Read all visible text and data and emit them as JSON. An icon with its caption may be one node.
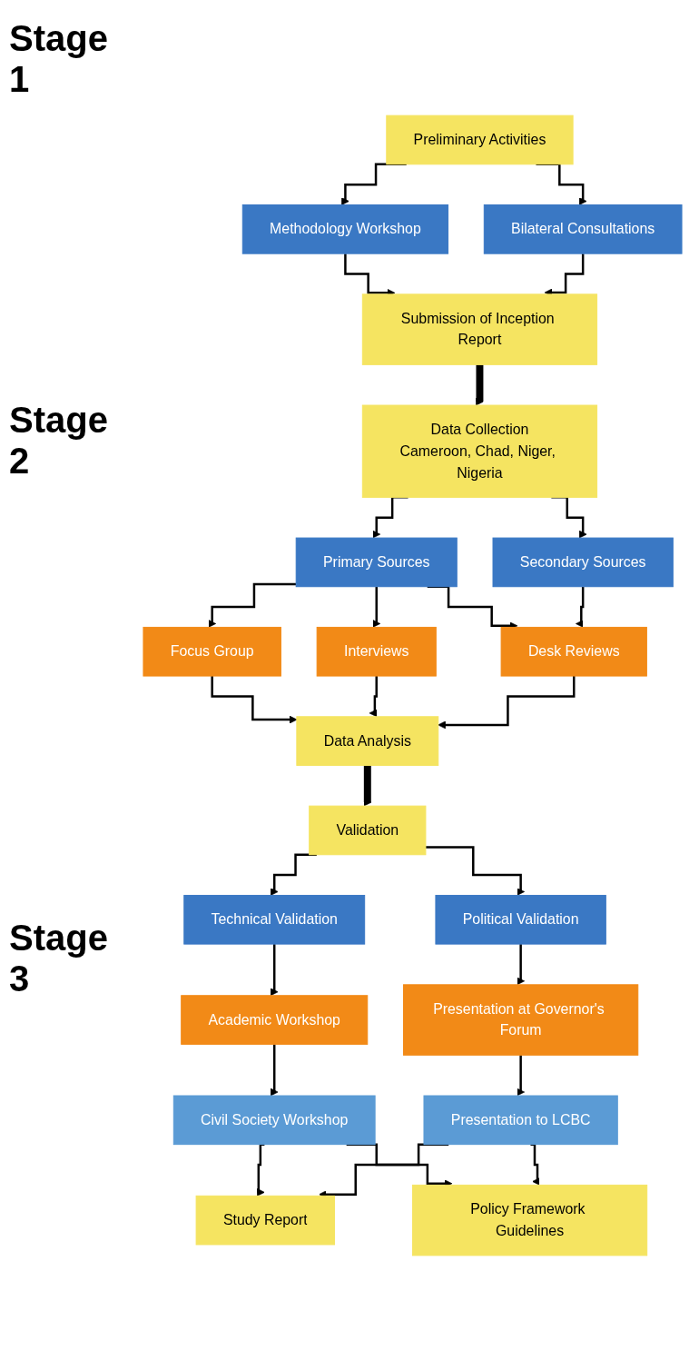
{
  "diagram": {
    "nodes": [
      {
        "text": [
          "Preliminary Activities"
        ]
      },
      {
        "text": [
          "Methodology Workshop"
        ]
      },
      {
        "text": [
          "Bilateral Consultations"
        ]
      },
      {
        "text": [
          "Submission of Inception Report"
        ]
      },
      {
        "text": [
          "Data Collection",
          "Cameroon, Chad, Niger, Nigeria"
        ]
      },
      {
        "text": [
          "Primary Sources"
        ]
      },
      {
        "text": [
          "Secondary Sources"
        ]
      },
      {
        "text": [
          "Focus Group"
        ]
      },
      {
        "text": [
          "Interviews"
        ]
      },
      {
        "text": [
          "Desk Reviews"
        ]
      },
      {
        "text": [
          "Data Analysis"
        ]
      },
      {
        "text": [
          "Validation"
        ]
      },
      {
        "text": [
          "Technical Validation"
        ]
      },
      {
        "text": [
          "Political Validation"
        ]
      },
      {
        "text": [
          "Academic Workshop"
        ]
      },
      {
        "text": [
          "Presentation at Governor's Forum"
        ]
      },
      {
        "text": [
          "Civil Society Workshop"
        ]
      },
      {
        "text": [
          "Presentation to LCBC"
        ]
      },
      {
        "text": [
          "Study Report"
        ]
      },
      {
        "text": [
          "Policy Framework Guidelines"
        ]
      }
    ],
    "edges": [
      {
        "from": 0,
        "to": 1,
        "arrow": "to"
      },
      {
        "from": 0,
        "to": 2,
        "arrow": "to"
      },
      {
        "from": 1,
        "to": 3,
        "arrow": "to"
      },
      {
        "from": 2,
        "to": 3,
        "arrow": "to"
      },
      {
        "from": 3,
        "to": 4,
        "arrow": "to",
        "style": "thick"
      },
      {
        "from": 4,
        "to": 5,
        "arrow": "to"
      },
      {
        "from": 4,
        "to": 6,
        "arrow": "to"
      },
      {
        "from": 5,
        "to": 7,
        "arrow": "to"
      },
      {
        "from": 5,
        "to": 8,
        "arrow": "to"
      },
      {
        "from": 5,
        "to": 9,
        "arrow": "to"
      },
      {
        "from": 6,
        "to": 9,
        "arrow": "to"
      },
      {
        "from": 7,
        "to": 10,
        "arrow": "to"
      },
      {
        "from": 8,
        "to": 10,
        "arrow": "to"
      },
      {
        "from": 9,
        "to": 10,
        "arrow": "to"
      },
      {
        "from": 10,
        "to": 11,
        "arrow": "to",
        "style": "thick"
      },
      {
        "from": 11,
        "to": 12,
        "arrow": "to"
      },
      {
        "from": 11,
        "to": 13,
        "arrow": "to"
      },
      {
        "from": 12,
        "to": 14,
        "arrow": "to"
      },
      {
        "from": 14,
        "to": 16,
        "arrow": "to"
      },
      {
        "from": 13,
        "to": 15,
        "arrow": "to"
      },
      {
        "from": 15,
        "to": 17,
        "arrow": "to"
      },
      {
        "from": 16,
        "to": 18,
        "arrow": "to"
      },
      {
        "from": 16,
        "to": 19,
        "arrow": "to"
      },
      {
        "from": 17,
        "to": 18,
        "arrow": "to"
      },
      {
        "from": 17,
        "to": 19,
        "arrow": "to"
      }
    ],
    "labels": [
      "Stage 1",
      "Stage 2",
      "Stage 3"
    ]
  }
}
